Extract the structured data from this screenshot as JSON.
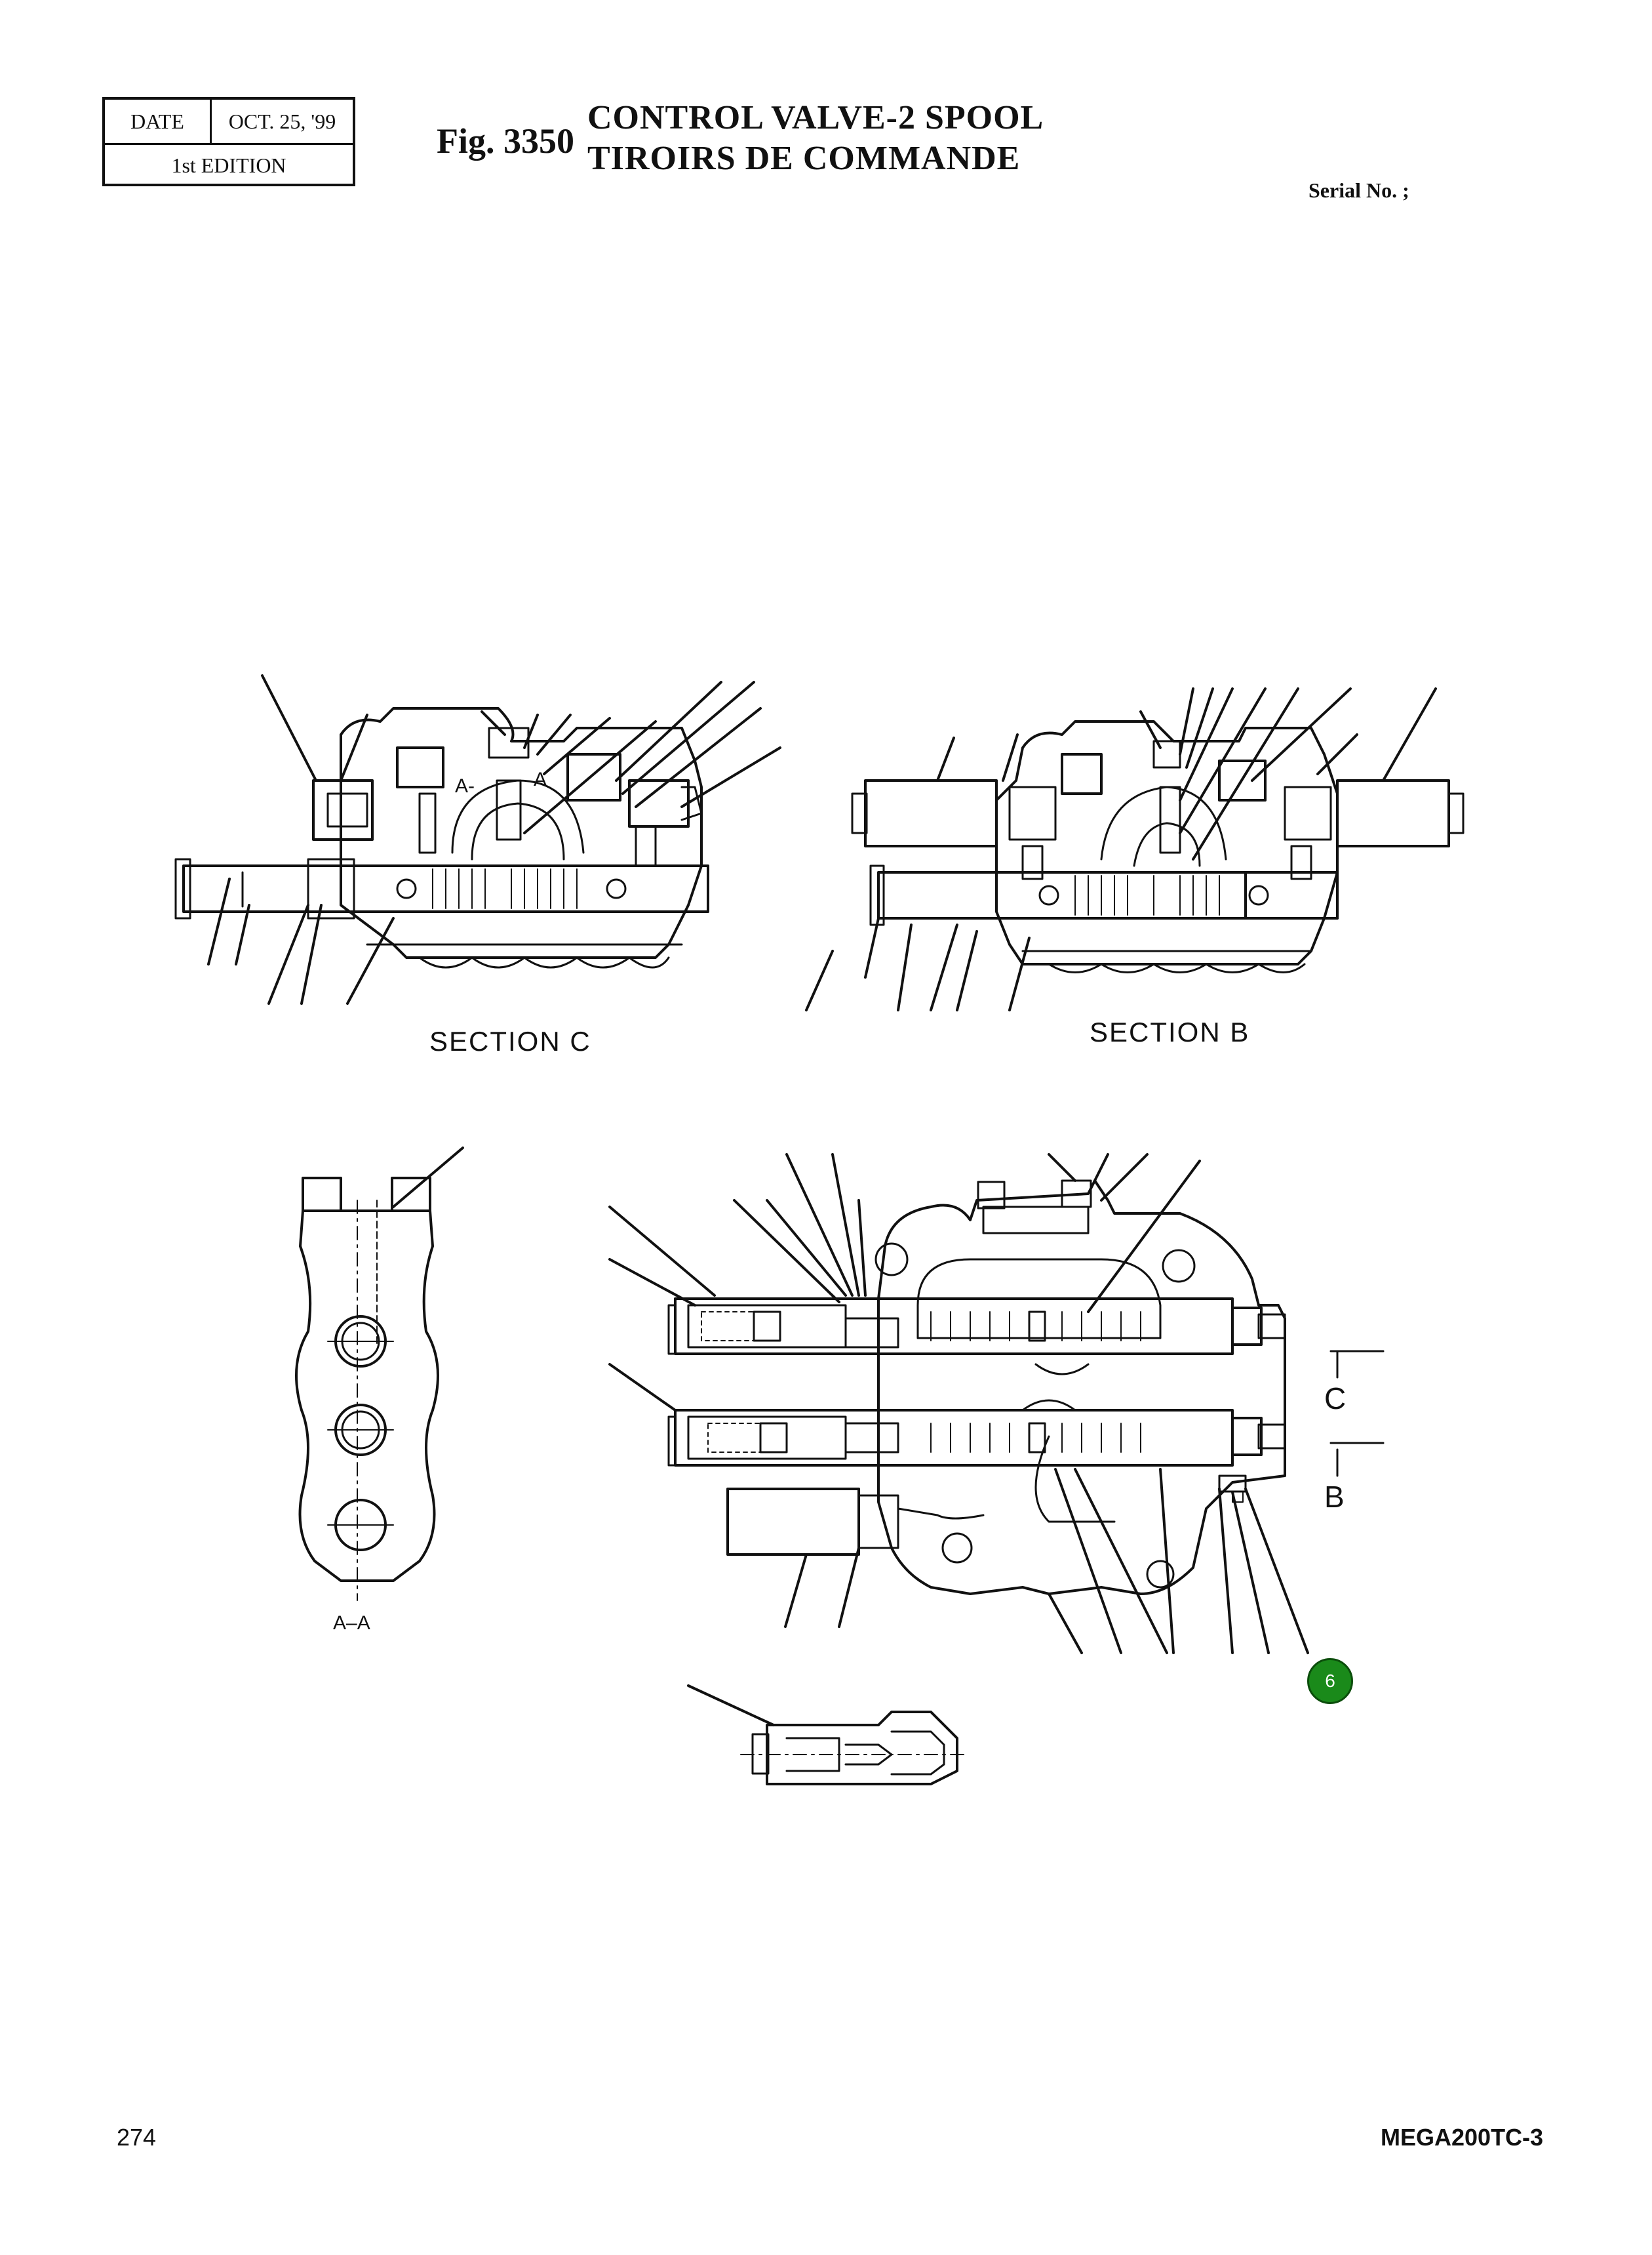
{
  "header": {
    "date_label": "DATE",
    "date_value": "OCT. 25, '99",
    "edition": "1st EDITION",
    "fig_number": "Fig. 3350",
    "title_en": "CONTROL VALVE-2 SPOOL",
    "title_fr": "TIROIRS DE COMMANDE",
    "serial": "Serial No. ;"
  },
  "views": {
    "section_c": "SECTION  C",
    "section_b": "SECTION  B",
    "aa_label": "A–A",
    "a_left": "A-",
    "a_right": "A",
    "mark_c": "C",
    "mark_b": "B"
  },
  "callout": {
    "number": "6",
    "color": "#1a8a1a"
  },
  "footer": {
    "page": "274",
    "model": "MEGA200TC-3"
  }
}
